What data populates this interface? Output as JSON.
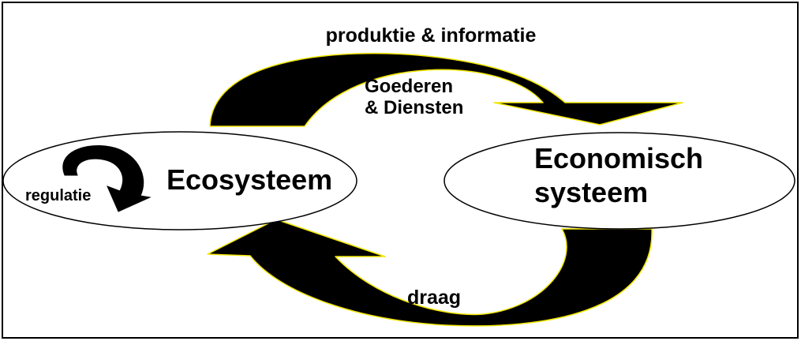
{
  "diagram": {
    "nodes": {
      "ecosystem": {
        "label": "Ecosysteem"
      },
      "economic": {
        "line1": "Economisch",
        "line2": "systeem"
      }
    },
    "flows": {
      "top": {
        "label": "produktie & informatie"
      },
      "inner": {
        "line1": "Goederen",
        "line2": "& Diensten"
      },
      "bottom": {
        "label": "draag"
      },
      "self_loop": {
        "label": "regulatie"
      }
    },
    "colors": {
      "arrow_fill": "#000000",
      "arrow_outline": "#f2e600",
      "ellipse_stroke": "#000000",
      "frame": "#000000",
      "background": "#ffffff"
    }
  }
}
